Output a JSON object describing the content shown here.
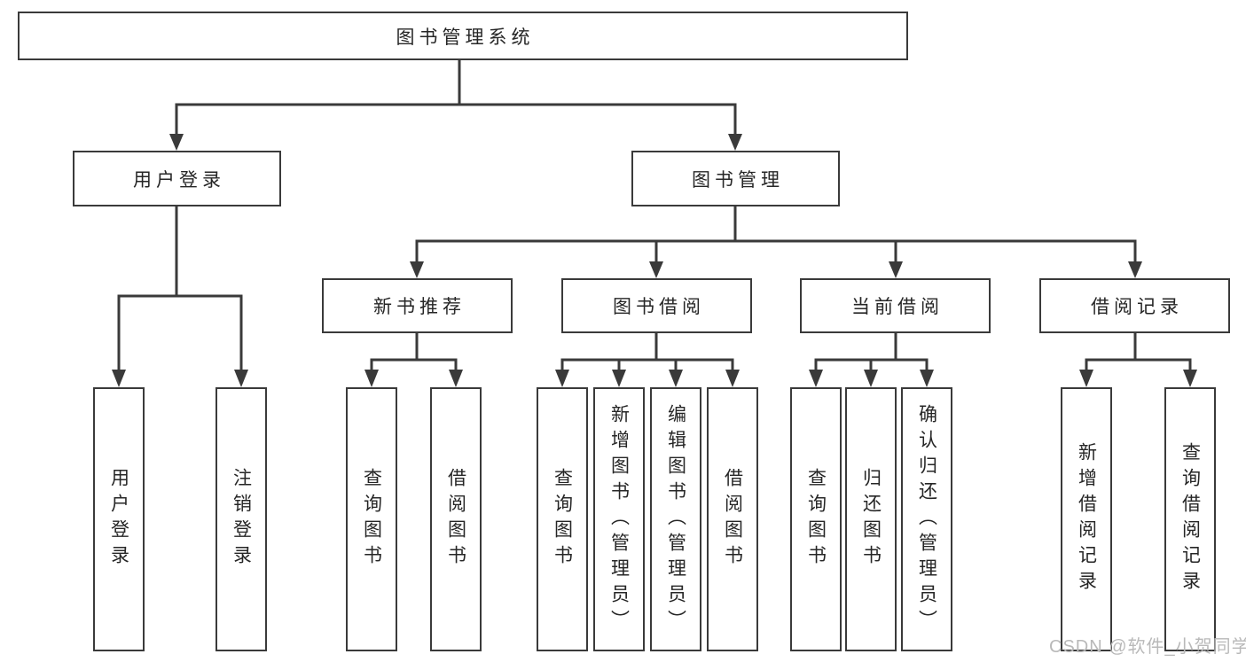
{
  "tree": {
    "label": "图书管理系统",
    "children": [
      {
        "label": "用户登录",
        "children": [
          {
            "label": "用户登录"
          },
          {
            "label": "注销登录"
          }
        ]
      },
      {
        "label": "图书管理",
        "children": [
          {
            "label": "新书推荐",
            "children": [
              {
                "label": "查询图书"
              },
              {
                "label": "借阅图书"
              }
            ]
          },
          {
            "label": "图书借阅",
            "children": [
              {
                "label": "查询图书"
              },
              {
                "label": "新增图书（管理员）"
              },
              {
                "label": "编辑图书（管理员）"
              },
              {
                "label": "借阅图书"
              }
            ]
          },
          {
            "label": "当前借阅",
            "children": [
              {
                "label": "查询图书"
              },
              {
                "label": "归还图书"
              },
              {
                "label": "确认归还（管理员）"
              }
            ]
          },
          {
            "label": "借阅记录",
            "children": [
              {
                "label": "新增借阅记录"
              },
              {
                "label": "查询借阅记录"
              }
            ]
          }
        ]
      }
    ]
  },
  "watermark": "CSDN @软件_小贺同学",
  "colors": {
    "line": "#3a3a3a",
    "border": "#3a3a3a",
    "text": "#262626",
    "box_bg": "#ffffff",
    "page_bg": "#ffffff",
    "watermark": "#b9b9b9"
  }
}
